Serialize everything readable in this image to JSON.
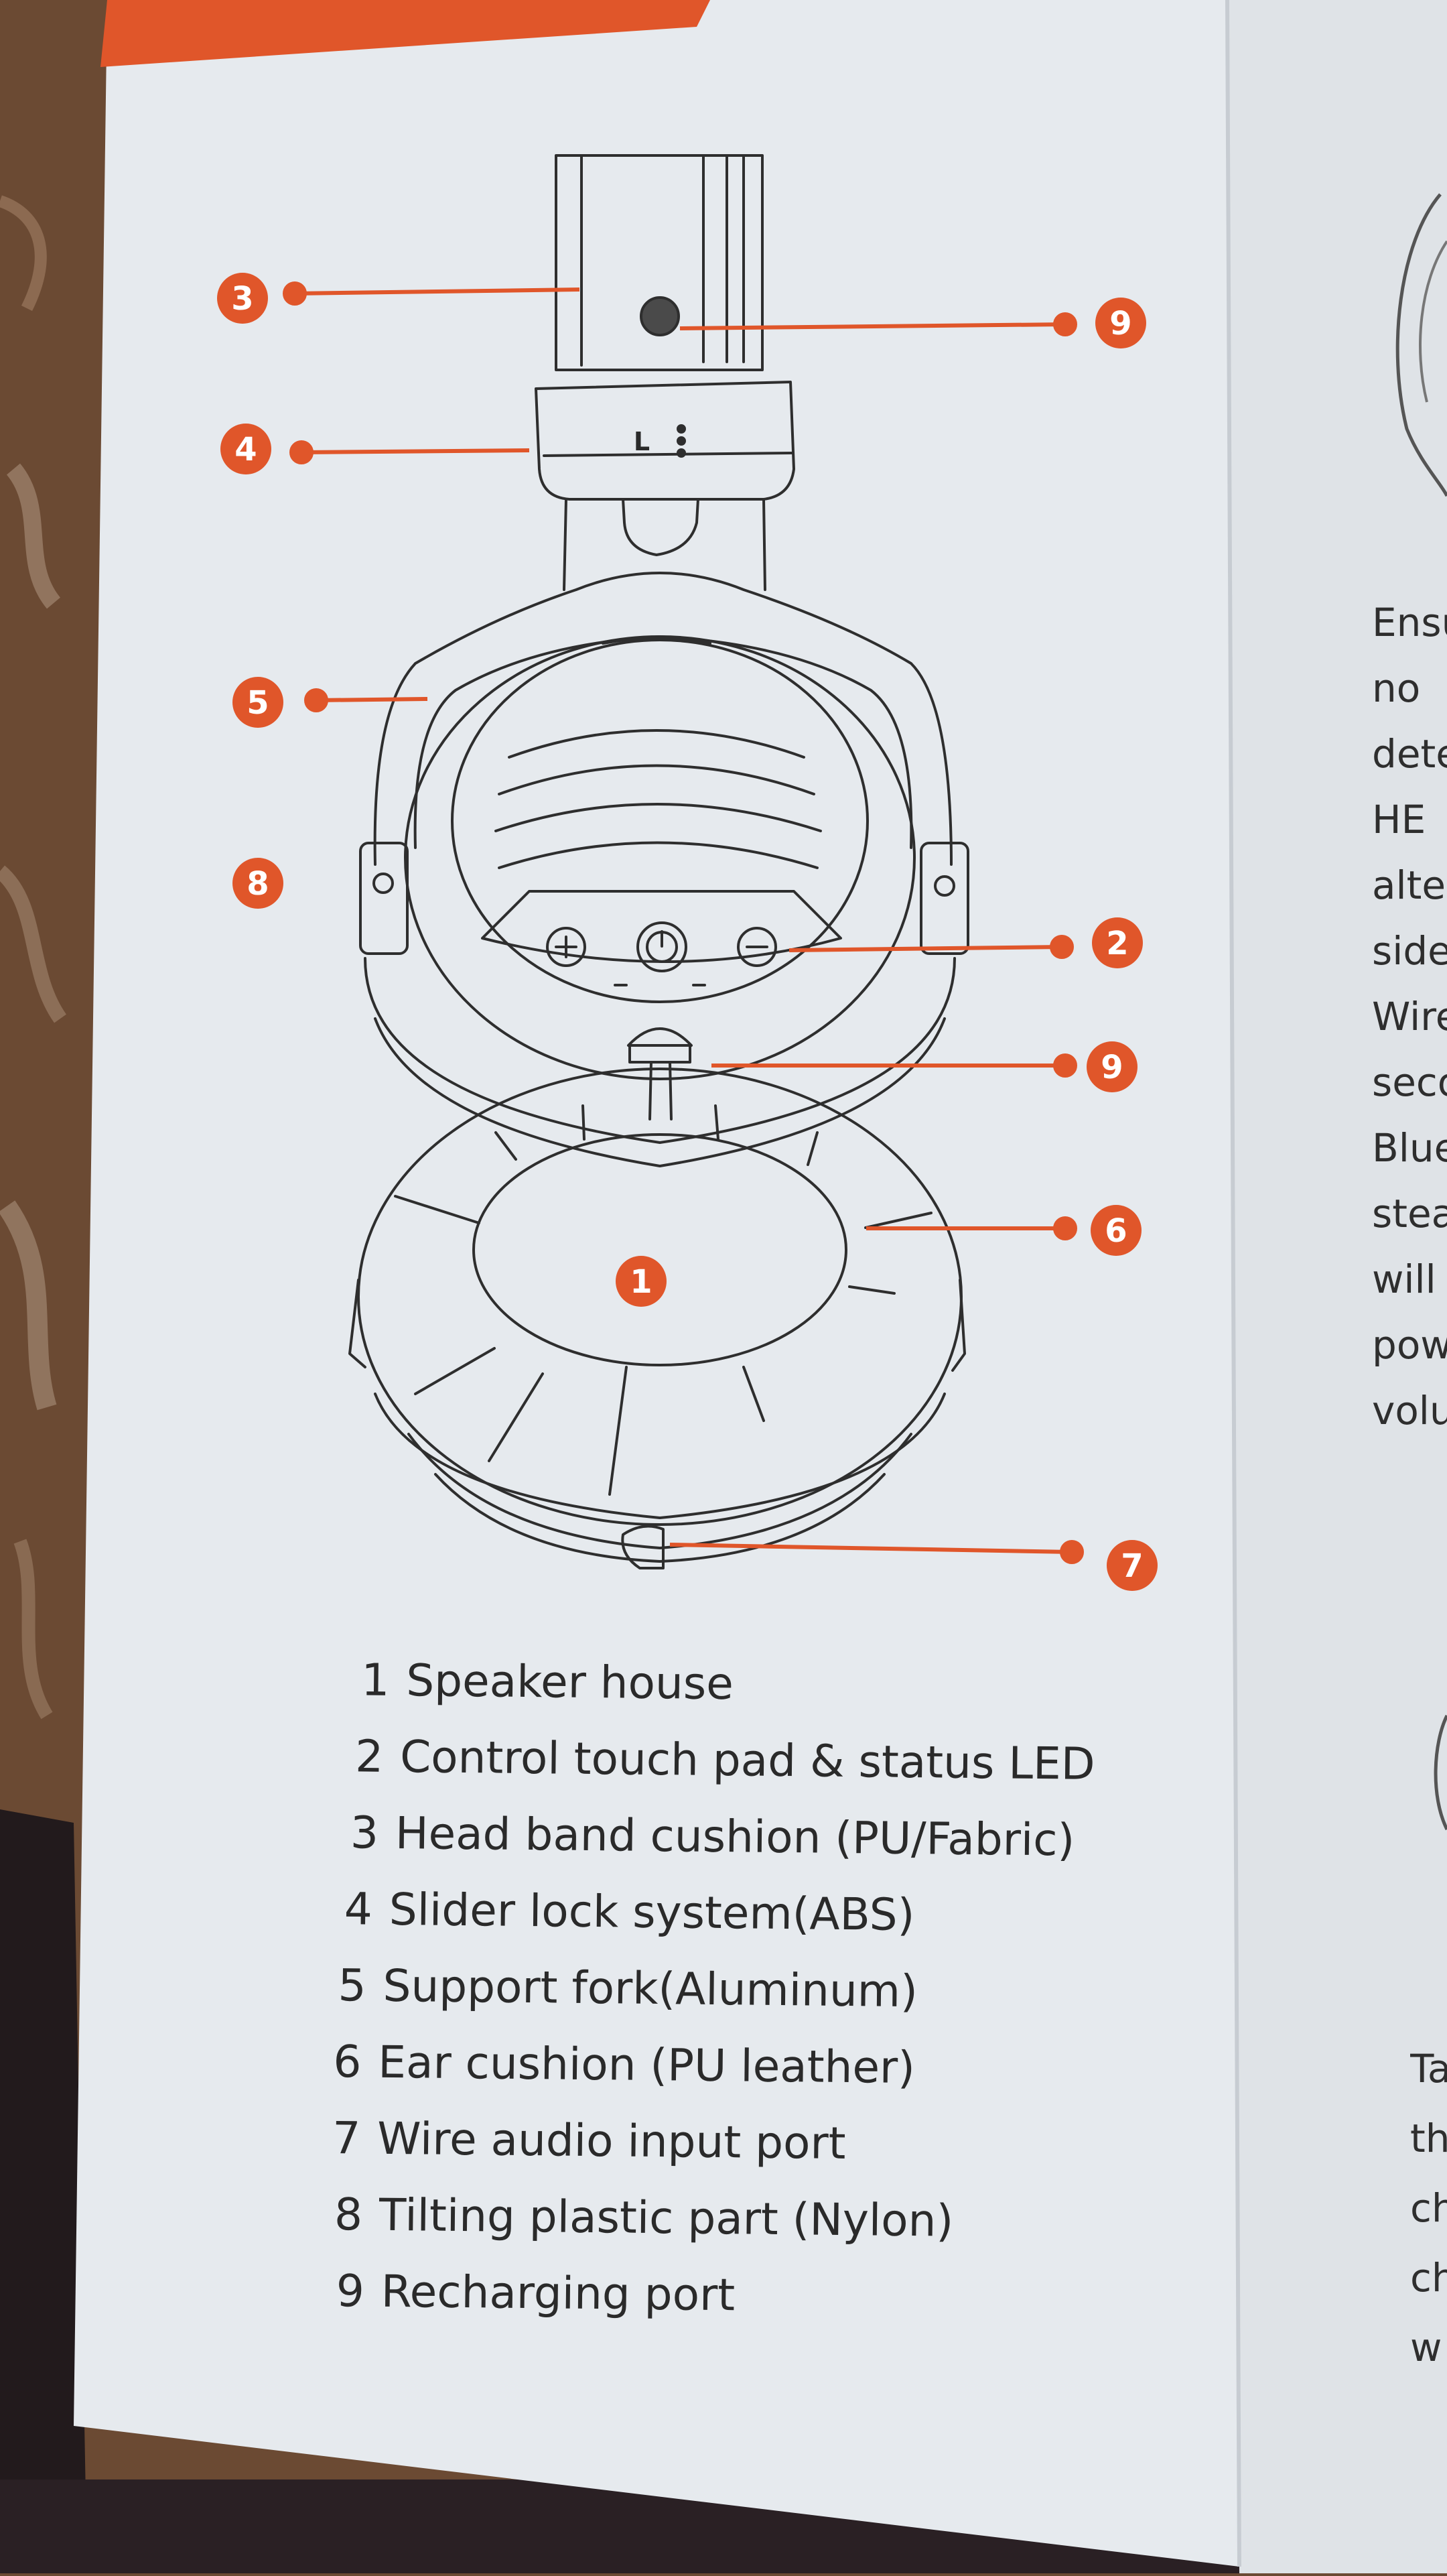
{
  "product": {
    "side_marker": "L"
  },
  "callouts": [
    {
      "number": "1",
      "part": "Speaker house"
    },
    {
      "number": "2",
      "part": "Control touch pad & status LED"
    },
    {
      "number": "3",
      "part": "Head band cushion (PU/Fabric)"
    },
    {
      "number": "4",
      "part": "Slider lock system(ABS)"
    },
    {
      "number": "5",
      "part": "Support fork(Aluminum)"
    },
    {
      "number": "6",
      "part": "Ear cushion (PU leather)"
    },
    {
      "number": "7",
      "part": "Wire audio input port"
    },
    {
      "number": "8",
      "part": "Tilting plastic part (Nylon)"
    },
    {
      "number": "9",
      "part": "Recharging port"
    }
  ],
  "badges": {
    "b1": "1",
    "b2": "2",
    "b3": "3",
    "b4": "4",
    "b5": "5",
    "b6": "6",
    "b7": "7",
    "b8": "8",
    "b9a": "9",
    "b9b": "9"
  },
  "right_page_fragments": [
    "Ensu",
    "no",
    "dete",
    "HE",
    "alter",
    "side",
    "Wire",
    "seco",
    "Blue",
    "stea",
    "will",
    "pow",
    "volu"
  ],
  "right_page_fragments_lower": [
    "Ta",
    "th",
    "ch",
    "ch",
    "w"
  ],
  "colors": {
    "accent_orange": "#e0562a",
    "paper": "#e6eaee",
    "wood": "#6b4a33",
    "ink": "#2a2a2a"
  }
}
